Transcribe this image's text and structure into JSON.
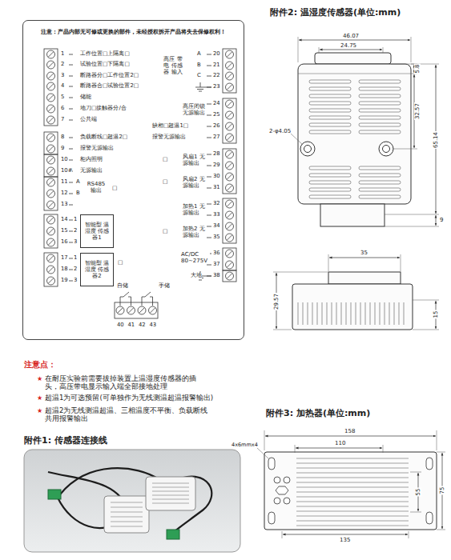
{
  "diagram": {
    "nodes": [
      {
        "text": [
          "注意：产品内部无可修或更换的部件，未经授权拆开产品将失去保修权利！"
        ]
      },
      {
        "text": [
          "智能型 温湿度 传感器1"
        ],
        "in": 0
      },
      {
        "text": [
          "智能型 温湿度 传感器2"
        ],
        "in": 0
      },
      {
        "text": [
          "附件1: 传感器连接线"
        ]
      }
    ],
    "labels": [
      "1",
      "2",
      "3",
      "4",
      "5",
      "6",
      "7",
      "工作位置□上隔离□",
      "试验位置□下隔离□",
      "断路器分□工作位置2□",
      "断路器合□试验位置2□",
      "储能",
      "地刀□接触器分/合",
      "公共端",
      "8",
      "9",
      "负载断线□超温2□",
      "报警无源输出",
      "10",
      "10#",
      "柜内照明",
      "无源输出",
      "11",
      "12",
      "13",
      "A",
      "B",
      "RS485 输出",
      "□",
      "14",
      "15",
      "16",
      "1",
      "2",
      "3",
      "17",
      "18",
      "19",
      "1",
      "2",
      "3",
      "□",
      "A",
      "20",
      "B",
      "21",
      "C",
      "22",
      "23",
      "高压 带电 传感器 输入",
      "24",
      "25",
      "高压闭锁 无源输出",
      "缺相□超温1□",
      "26",
      "报警无源输出",
      "27",
      "□",
      "风扇1 无源输出",
      "28",
      "29",
      "□",
      "风扇2 无源输出",
      "30",
      "31",
      "加热1 无源输出",
      "32",
      "33",
      "□",
      "加热2 无源输出",
      "34",
      "35",
      "AC/DC 80~275V",
      "36",
      "37",
      "大地",
      "38",
      "自储",
      "手储",
      "40",
      "41",
      "42",
      "43",
      "注意点：",
      "★",
      "在耐压实验前需要拔掉装置上温湿度传感器的插头，高压带电显示输入端全部接地处理",
      "★",
      "超温1为可选预留(可单独作为无线测温超温报警输出)",
      "★",
      "超温2为无线测温超温、三相温度不平衡、负载断线共用报警输出",
      "附件2: 温湿度传感器(单位:mm)",
      "46.07",
      "24.75",
      "5.8",
      "32.57",
      "65.14",
      "2-φ4.05",
      "9",
      "35",
      "29.57",
      "15",
      "附件3: 加热器(单位:mm)",
      "158",
      "110",
      "4x6mmx4",
      "55",
      "75",
      "135"
    ]
  }
}
